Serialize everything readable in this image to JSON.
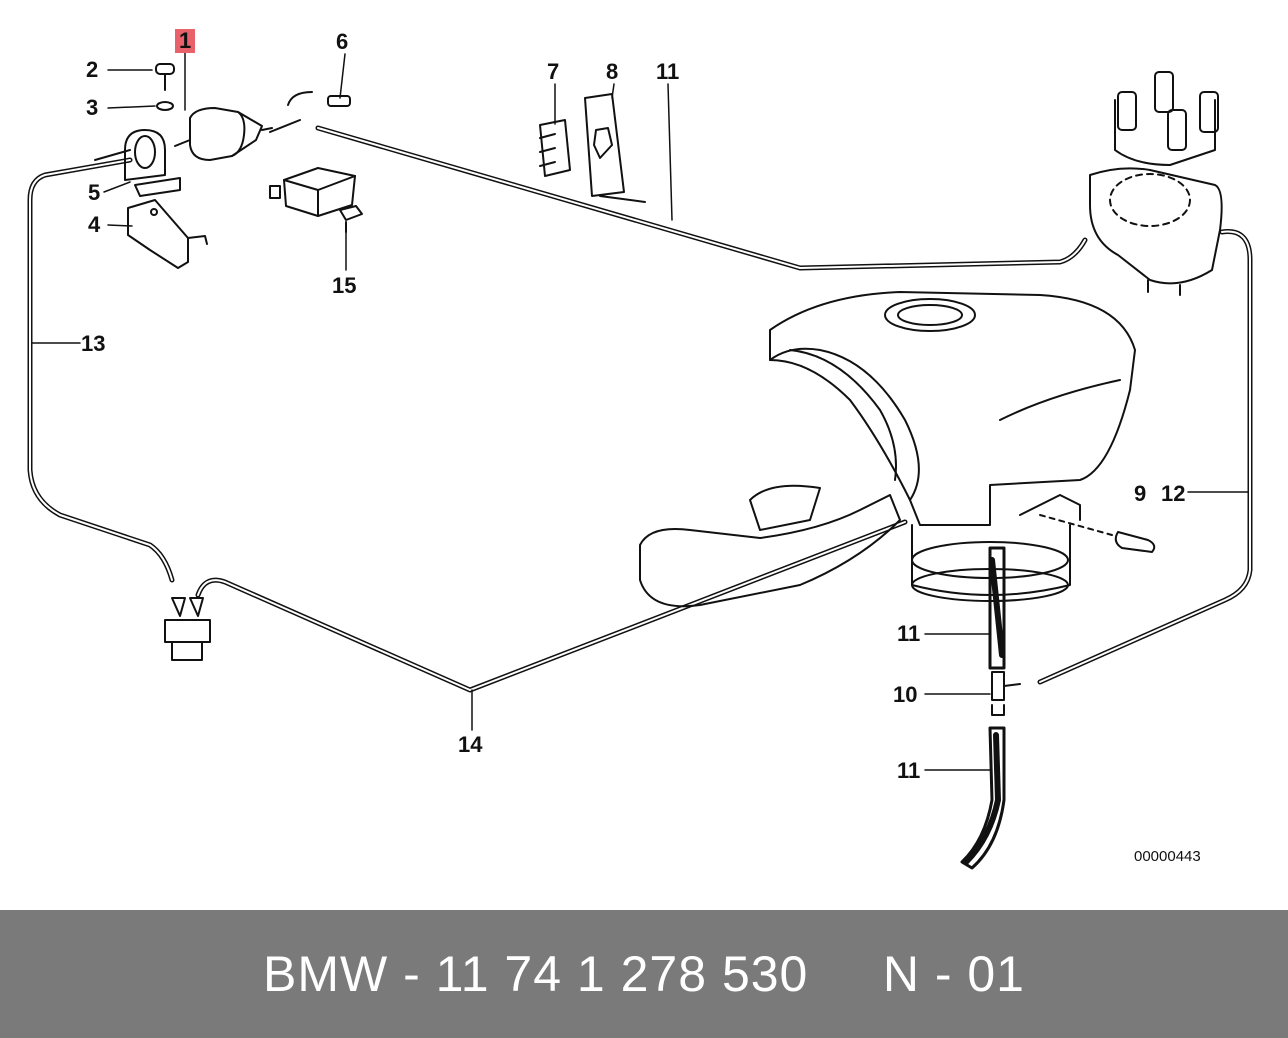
{
  "diagram": {
    "callouts": [
      "1",
      "2",
      "3",
      "4",
      "5",
      "6",
      "7",
      "8",
      "11",
      "15",
      "13",
      "9",
      "12",
      "11",
      "10",
      "11",
      "14"
    ],
    "diagram_code": "00000443",
    "highlight_color": "#e8616b"
  },
  "footer": {
    "text": "BMW - 11 74 1 278 530     N - 01",
    "background_color": "#7a7a7a"
  }
}
